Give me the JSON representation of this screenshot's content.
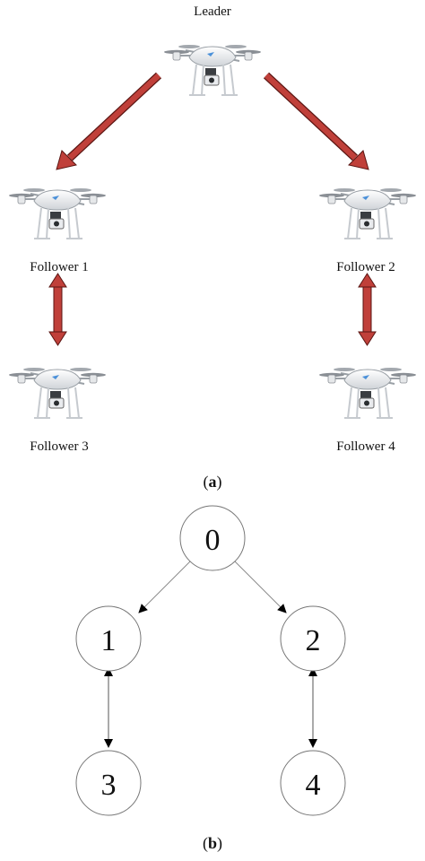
{
  "panel_a": {
    "caption_open": "(",
    "caption_letter": "a",
    "caption_close": ")",
    "leader_label": "Leader",
    "followers": [
      {
        "label": "Follower 1"
      },
      {
        "label": "Follower 2"
      },
      {
        "label": "Follower 3"
      },
      {
        "label": "Follower 4"
      }
    ],
    "arrow_color": "#c0403a"
  },
  "panel_b": {
    "caption_open": "(",
    "caption_letter": "b",
    "caption_close": ")",
    "nodes": [
      {
        "label": "0"
      },
      {
        "label": "1"
      },
      {
        "label": "2"
      },
      {
        "label": "3"
      },
      {
        "label": "4"
      }
    ]
  }
}
